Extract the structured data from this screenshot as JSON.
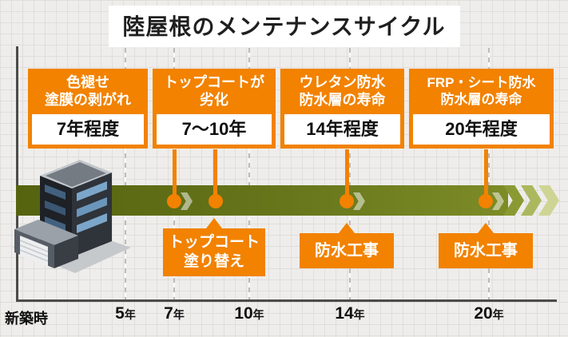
{
  "title": "陸屋根のメンテナンスサイクル",
  "callouts": [
    {
      "heading1": "色褪せ",
      "heading2": "塗膜の剥がれ",
      "value": "7年程度"
    },
    {
      "heading1": "トップコートが",
      "heading2": "劣化",
      "value": "7～10年"
    },
    {
      "heading1": "ウレタン防水",
      "heading2": "防水層の寿命",
      "value": "14年程度"
    },
    {
      "heading1": "FRP・シート防水",
      "heading2": "防水層の寿命",
      "value": "20年程度"
    }
  ],
  "actions": [
    {
      "label1": "トップコート",
      "label2": "塗り替え"
    },
    {
      "label1": "防水工事"
    },
    {
      "label1": "防水工事"
    }
  ],
  "axis": {
    "origin": "新築時",
    "ticks": [
      {
        "num": "5",
        "unit": "年"
      },
      {
        "num": "7",
        "unit": "年"
      },
      {
        "num": "10",
        "unit": "年"
      },
      {
        "num": "14",
        "unit": "年"
      },
      {
        "num": "20",
        "unit": "年"
      }
    ]
  },
  "colors": {
    "accent_orange": "#f28200",
    "band_olive_dark": "#55630f",
    "band_olive_light": "#8a9a33",
    "background_grid": "#e0ded9"
  },
  "decorations": {
    "building_icon": "isometric black apartment building (new construction)",
    "arrow_band_icon": "olive timeline arrow pointing right",
    "marker_dot_icon": "orange timeline marker dot"
  }
}
